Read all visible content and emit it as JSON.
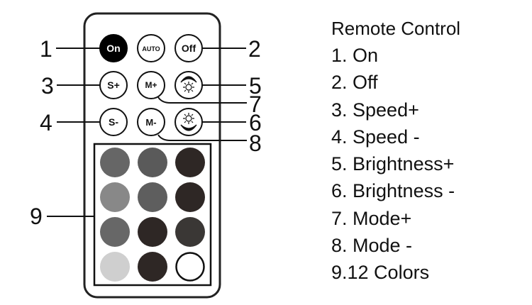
{
  "remote": {
    "buttons": {
      "on": "On",
      "auto": "AUTO",
      "off": "Off",
      "speed_up": "S+",
      "mode_up": "M+",
      "brightness_up": "brightness-up-icon",
      "speed_down": "S-",
      "mode_down": "M-",
      "brightness_down": "brightness-down-icon"
    },
    "color_buttons": [
      "#666666",
      "#5a5a5a",
      "#2e2725",
      "#888888",
      "#5e5e5e",
      "#2e2725",
      "#676767",
      "#2e2725",
      "#3a3735",
      "#cfcfcf",
      "#2e2725",
      "#ffffff"
    ]
  },
  "callouts": [
    "1",
    "2",
    "3",
    "4",
    "5",
    "6",
    "7",
    "8",
    "9"
  ],
  "legend": {
    "title": "Remote Control",
    "items": [
      "1. On",
      "2. Off",
      "3. Speed+",
      "4. Speed -",
      "5. Brightness+",
      "6. Brightness -",
      "7. Mode+",
      "8. Mode -",
      "9.12 Colors"
    ]
  }
}
